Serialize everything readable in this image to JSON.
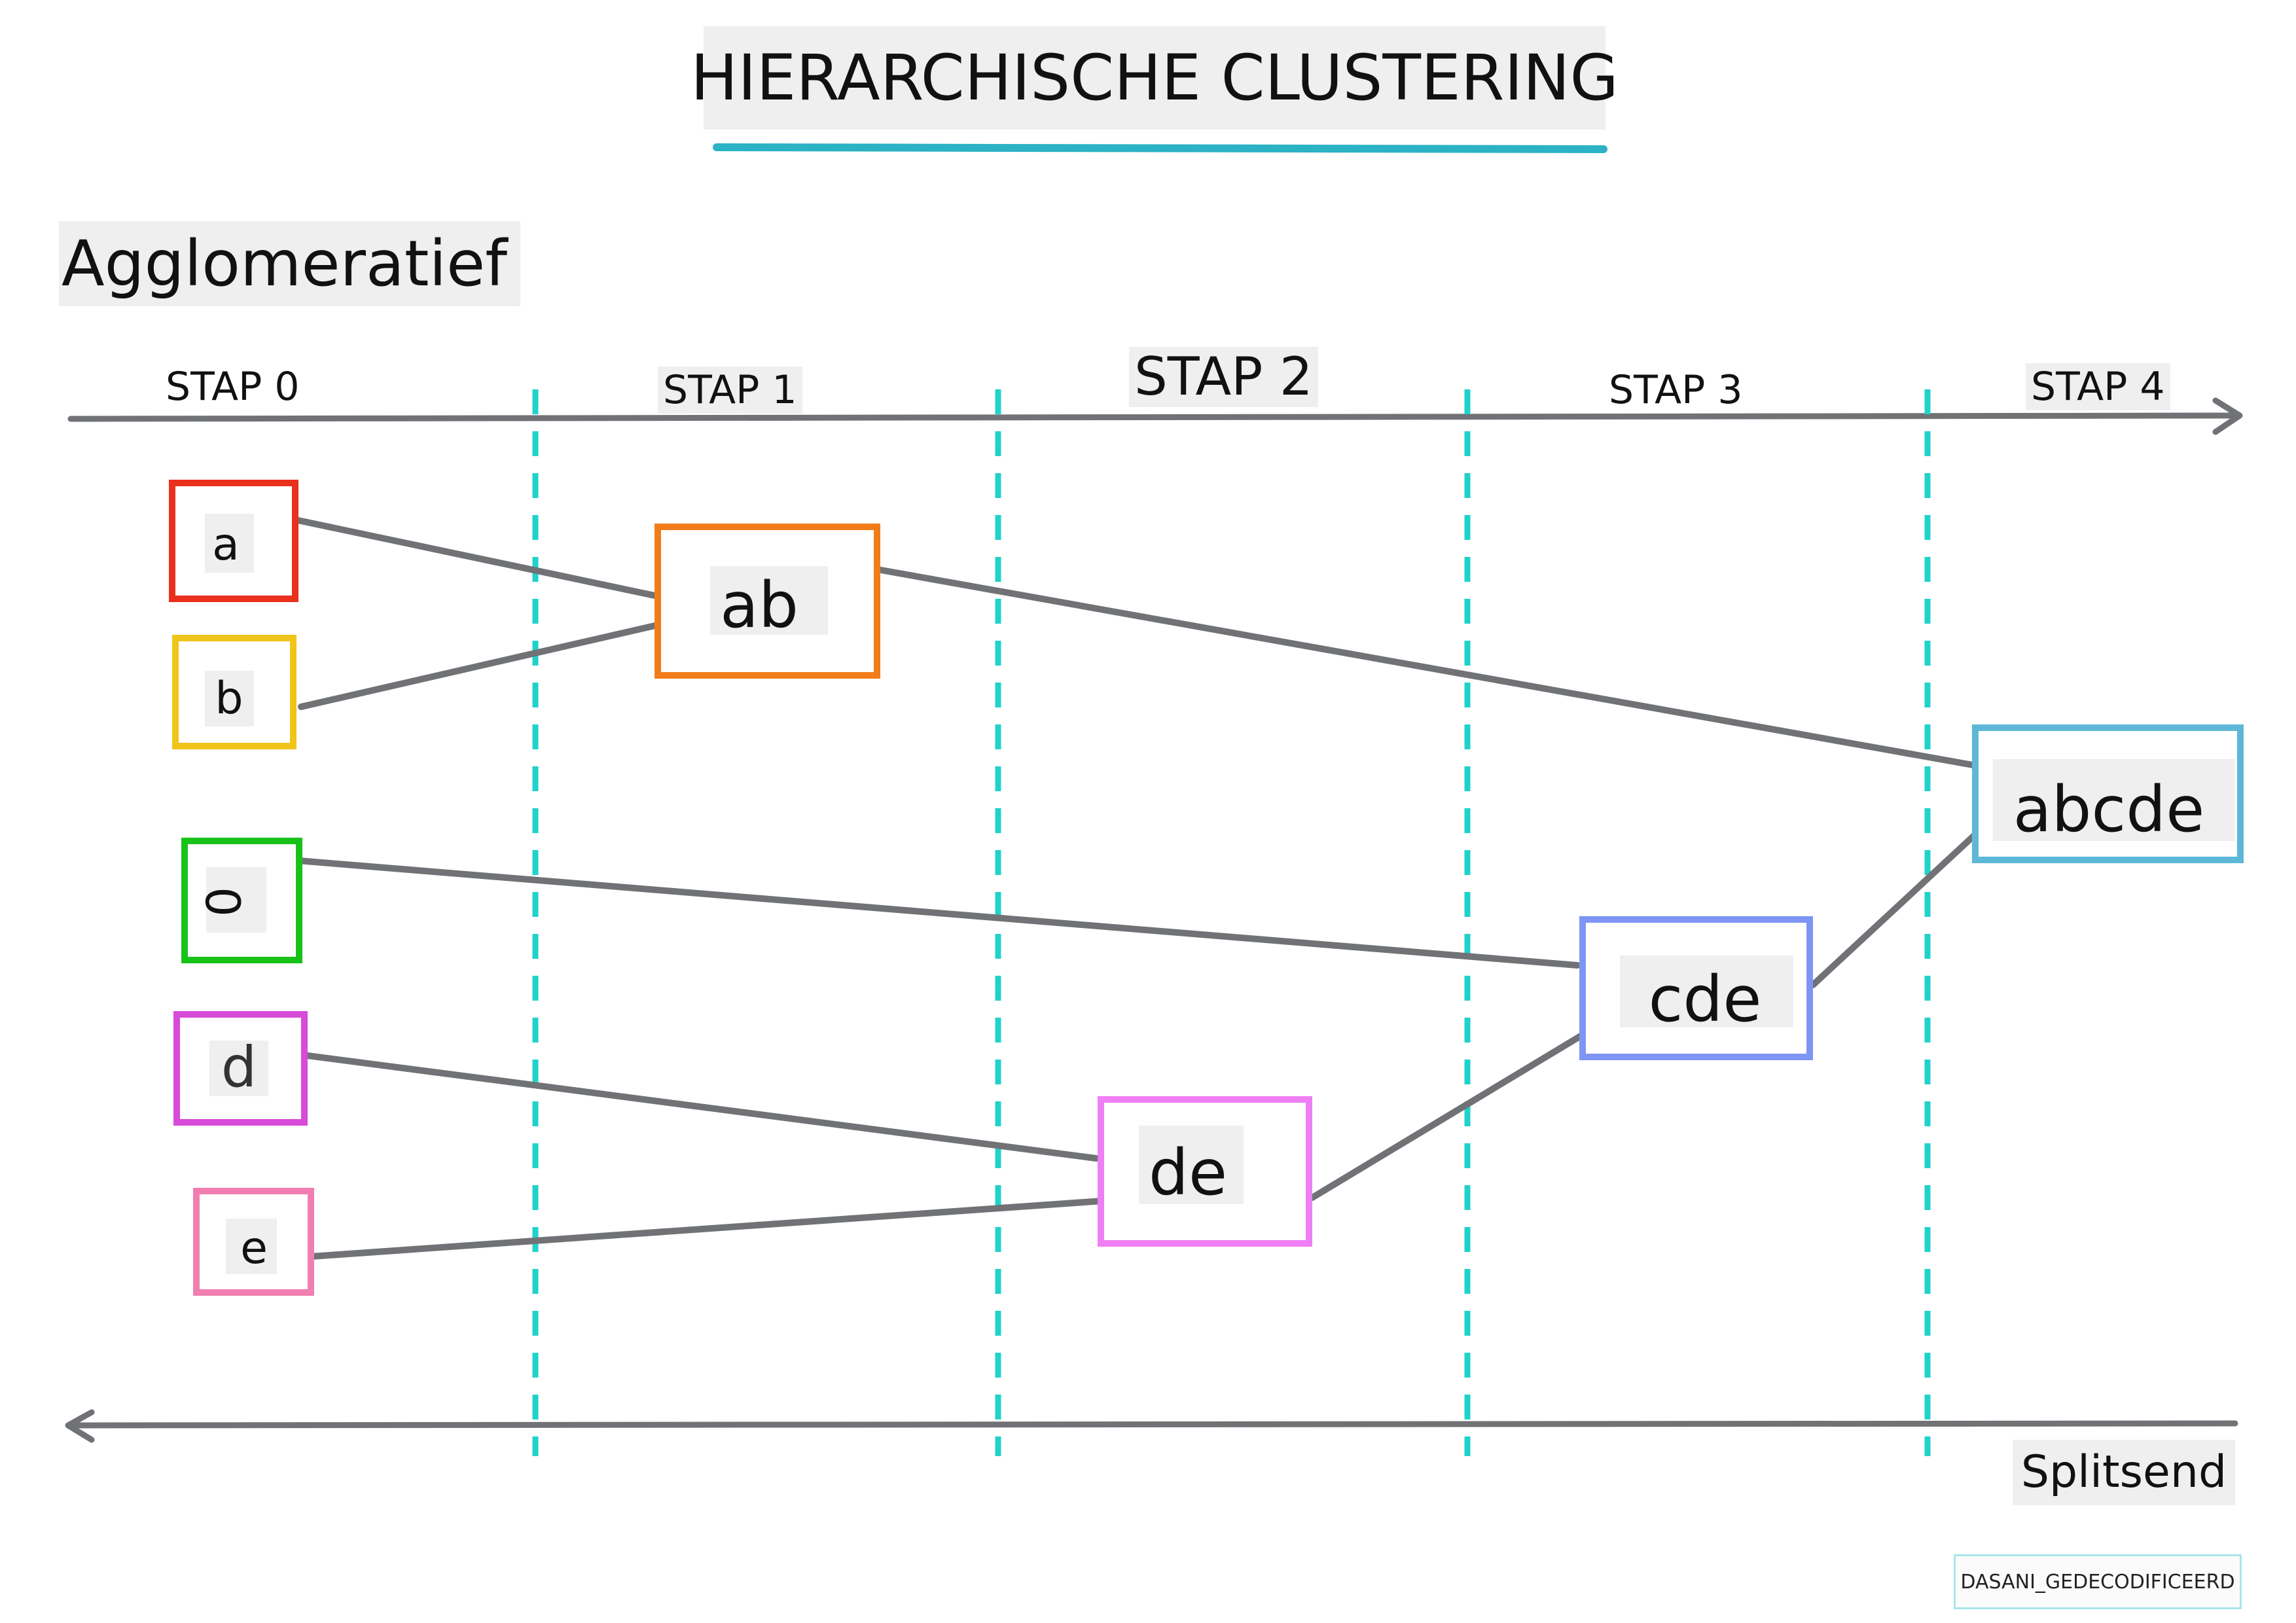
{
  "title": "HIERARCHISCHE CLUSTERING",
  "agglomerative_label": "Agglomeratief",
  "divisive_label": "Splitsend",
  "steps": [
    "STAP 0",
    "STAP 1",
    "STAP 2",
    "STAP 3",
    "STAP 4"
  ],
  "nodes": {
    "a": {
      "label": "a",
      "color": "#e8301c"
    },
    "b": {
      "label": "b",
      "color": "#f0c419"
    },
    "c": {
      "label": "0",
      "color": "#19c219"
    },
    "d": {
      "label": "d",
      "color": "#d84ad8"
    },
    "e": {
      "label": "e",
      "color": "#f07eb0"
    },
    "ab": {
      "label": "ab",
      "color": "#f07d1a"
    },
    "de": {
      "label": "de",
      "color": "#ef7ff5"
    },
    "cde": {
      "label": "cde",
      "color": "#7f95f5"
    },
    "abcde": {
      "label": "abcde",
      "color": "#5db8d8"
    }
  },
  "merges": [
    {
      "from": "a",
      "to": "ab"
    },
    {
      "from": "b",
      "to": "ab"
    },
    {
      "from": "c",
      "to": "cde"
    },
    {
      "from": "d",
      "to": "de"
    },
    {
      "from": "e",
      "to": "de"
    },
    {
      "from": "de",
      "to": "cde"
    },
    {
      "from": "ab",
      "to": "abcde"
    },
    {
      "from": "cde",
      "to": "abcde"
    }
  ],
  "watermark": "DASANI_GEDECODIFICEERD",
  "colors": {
    "title_underline": "#2bb2c4",
    "step_divider": "#1fd2cc",
    "connector": "#707275",
    "axis": "#707275"
  }
}
